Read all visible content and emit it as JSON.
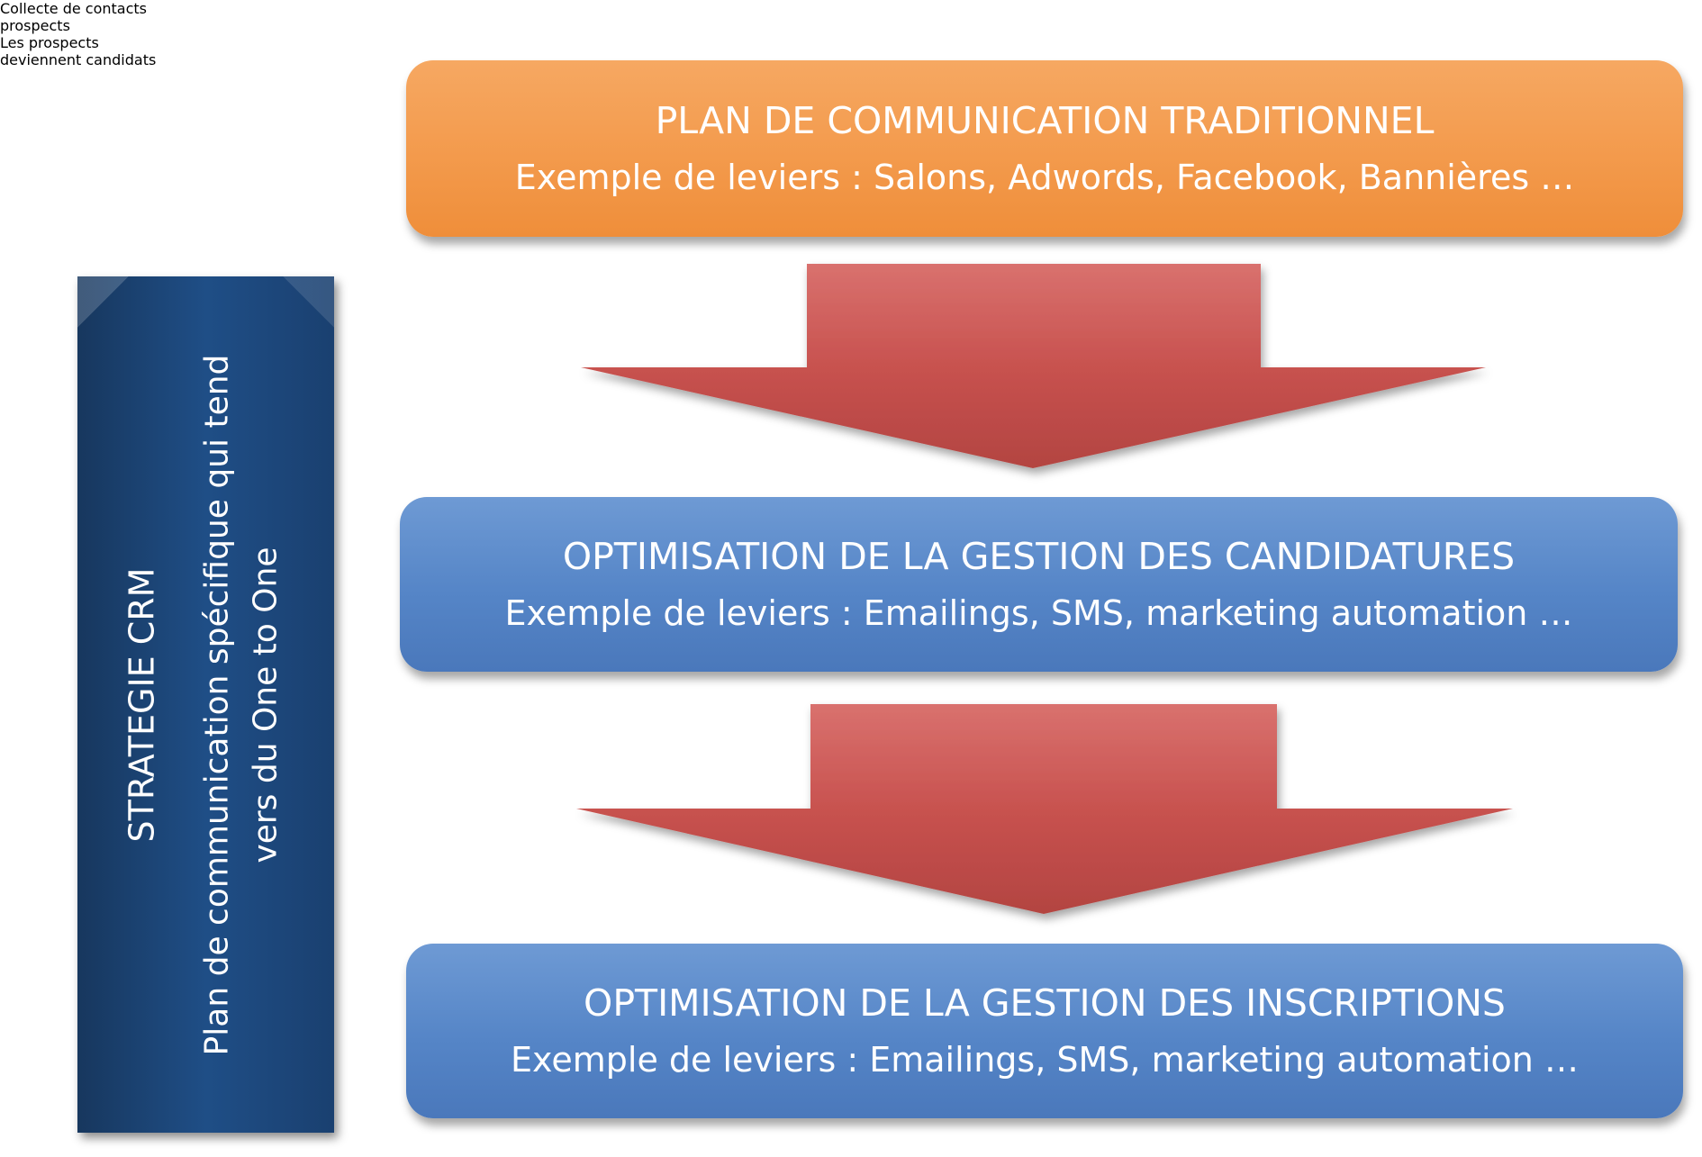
{
  "crm": {
    "title": "STRATEGIE CRM",
    "subtitle": "Plan de communication spécifique qui tend vers du One to One"
  },
  "stages": {
    "traditional": {
      "title": "PLAN DE COMMUNICATION TRADITIONNEL",
      "levers": "Exemple de leviers : Salons, Adwords, Facebook, Bannières …"
    },
    "candidatures": {
      "title": "OPTIMISATION DE LA GESTION DES CANDIDATURES",
      "levers": "Exemple de leviers : Emailings, SMS, marketing automation …"
    },
    "inscriptions": {
      "title": "OPTIMISATION DE LA GESTION DES INSCRIPTIONS",
      "levers": "Exemple de leviers : Emailings, SMS, marketing automation …"
    }
  },
  "arrows": {
    "first": {
      "line1": "Collecte de contacts",
      "line2": "prospects"
    },
    "second": {
      "line1": "Les prospects",
      "line2": "deviennent candidats"
    }
  },
  "colors": {
    "crm_bar": "#1f4e86",
    "traditional": "#f39a4c",
    "stage_blue": "#5585c7",
    "arrow_red": "#c0504d"
  }
}
